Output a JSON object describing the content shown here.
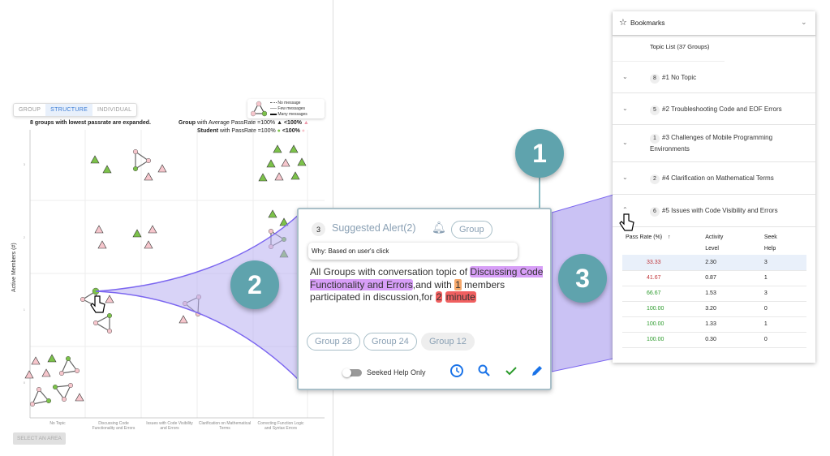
{
  "left_panel": {
    "view_tabs": [
      "GROUP",
      "STRUCTURE",
      "INDIVIDUAL"
    ],
    "active_tab": "STRUCTURE",
    "caption": "8 groups with lowest passrate are expanded.",
    "legend": {
      "no_message": "No message",
      "few_messages": "Few messages",
      "many_messages": "Many messages"
    },
    "group_legend": {
      "bold": "Group",
      "text": " with Average PassRate =100%",
      "lt": " <100%"
    },
    "student_legend": {
      "bold": "Student",
      "text": " with PassRate =100%",
      "lt": " <100%"
    },
    "y_label": "Active Members (#)",
    "y_ticks": [
      "0",
      "1",
      "2",
      "3"
    ],
    "x_ticks": [
      "No Topic",
      "Discussing Code Functionality and Errors",
      "Issues with Code Visibility and Errors",
      "Clarification on Mathematical Terms",
      "Correcting Function Logic and Syntax Errors"
    ],
    "select_button": "SELECT AN AREA",
    "colors": {
      "pass": "#7cc24a",
      "fail": "#f6c6cc"
    }
  },
  "callouts": [
    "1",
    "2",
    "3"
  ],
  "popup": {
    "number": "3",
    "title": "Suggested Alert(2)",
    "bell_icon": "bell-icon",
    "type_pill": "Group",
    "why": "Why: Based on user's click",
    "text1": "All Groups with conversation topic of ",
    "topic": "Discussing Code Functionality and Errors",
    "text2": ",and with ",
    "members": "1",
    "text3": " members participated in discussion,for ",
    "minutes": "2",
    "unit": "minute",
    "groups": [
      "Group 28",
      "Group 24",
      "Group 12"
    ],
    "toggle_label": "Seeked Help Only",
    "toggle_on": false
  },
  "bookmarks": {
    "title": "Bookmarks",
    "topic_list": "Topic List (37 Groups)",
    "topics": [
      {
        "count": "8",
        "label": "#1 No Topic"
      },
      {
        "count": "5",
        "label": "#2 Troubleshooting Code and EOF Errors"
      },
      {
        "count": "1",
        "label": "#3 Challenges of Mobile Programming Environments"
      },
      {
        "count": "2",
        "label": "#4 Clarification on Mathematical Terms"
      },
      {
        "count": "6",
        "label": "#5 Issues with Code Visibility and Errors"
      }
    ],
    "columns": [
      "Pass Rate (%)",
      "Activity Level",
      "Seek Help"
    ],
    "rows": [
      [
        "33.33",
        "2.30",
        "3"
      ],
      [
        "41.67",
        "0.87",
        "1"
      ],
      [
        "66.67",
        "1.53",
        "3"
      ],
      [
        "100.00",
        "3.20",
        "0"
      ],
      [
        "100.00",
        "1.33",
        "1"
      ],
      [
        "100.00",
        "0.30",
        "0"
      ]
    ]
  }
}
